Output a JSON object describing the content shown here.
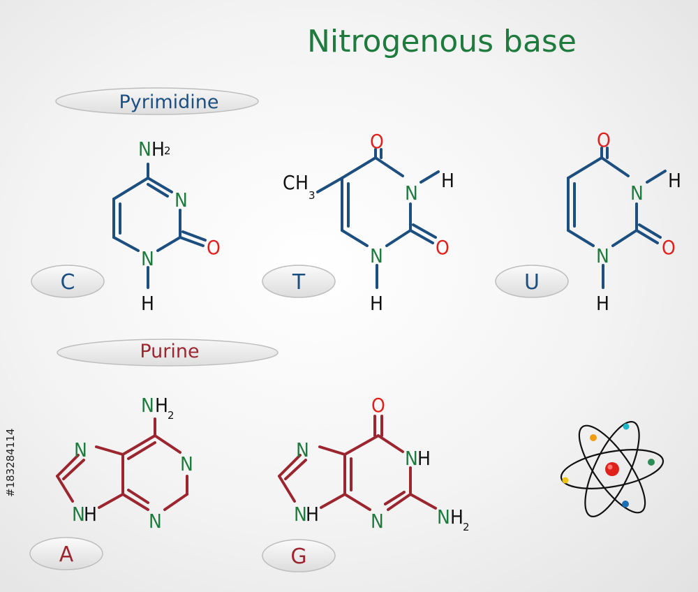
{
  "title": "Nitrogenous base",
  "groups": {
    "pyrimidine": "Pyrimidine",
    "purine": "Purine"
  },
  "bases": {
    "cytosine": {
      "letter": "C"
    },
    "thymine": {
      "letter": "T"
    },
    "uracil": {
      "letter": "U"
    },
    "adenine": {
      "letter": "A"
    },
    "guanine": {
      "letter": "G"
    }
  },
  "atoms": {
    "nitrogen": "N",
    "oxygen": "O",
    "hydrogen": "H",
    "carbon": "C",
    "nh": "NH",
    "h2": "2",
    "h3": "3"
  },
  "stock_id": "#183284114",
  "colors": {
    "title": "#1f7a3d",
    "pyrimidine": "#1c4e80",
    "purine": "#9b2630",
    "nitrogen": "#1f7a3d",
    "oxygen": "#e0201b",
    "hydrogen": "#111111"
  },
  "icons": [
    "atom-icon"
  ]
}
